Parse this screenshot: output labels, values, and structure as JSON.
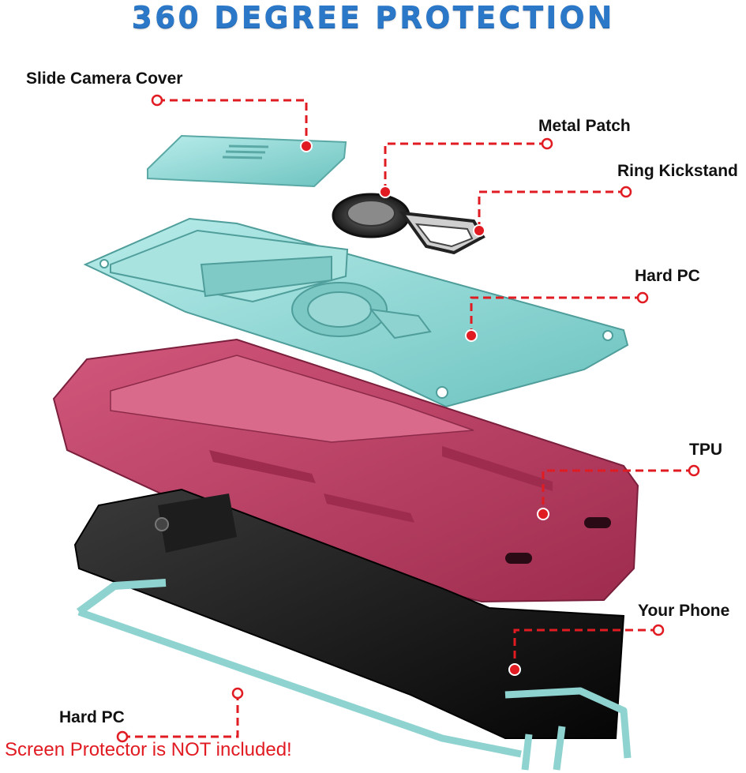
{
  "title": "360 DEGREE PROTECTION",
  "labels": {
    "slide_camera_cover": "Slide Camera Cover",
    "metal_patch": "Metal Patch",
    "ring_kickstand": "Ring Kickstand",
    "hard_pc_top": "Hard PC",
    "tpu": "TPU",
    "your_phone": "Your Phone",
    "hard_pc_bottom": "Hard PC"
  },
  "warning": "Screen Protector is NOT included!",
  "colors": {
    "title": "#2b78c8",
    "callout": "#e11b22",
    "hard_pc": "#8fd3d0",
    "tpu": "#c0446a",
    "phone": "#111111",
    "ring": "#2a2a2a"
  }
}
